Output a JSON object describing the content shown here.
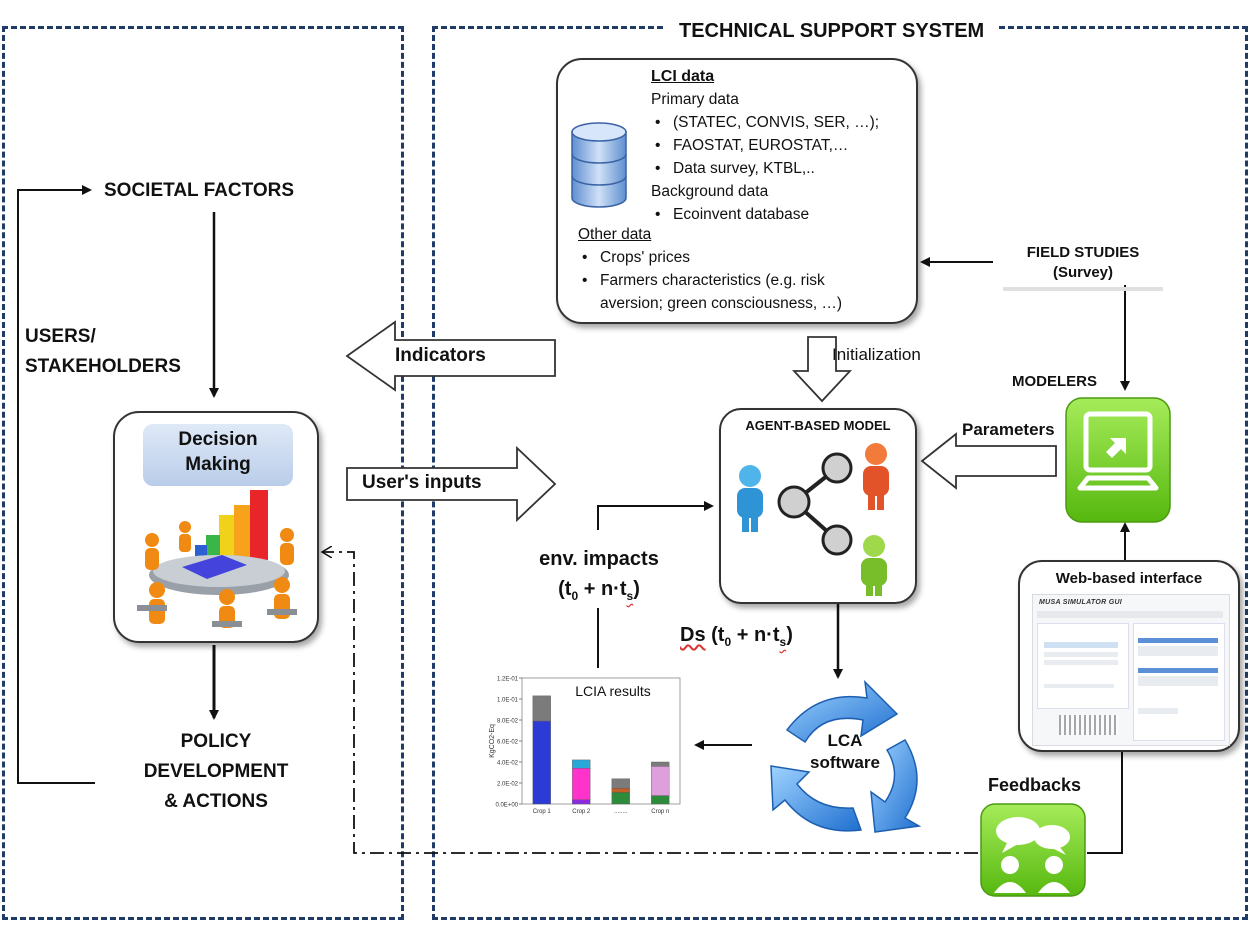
{
  "panels": {
    "technical_title": "TECHNICAL SUPPORT SYSTEM"
  },
  "left": {
    "societal_factors": "SOCIETAL FACTORS",
    "users_stakeholders_line1": "USERS/",
    "users_stakeholders_line2": "STAKEHOLDERS",
    "decision_line1": "Decision",
    "decision_line2": "Making",
    "policy_line1": "POLICY",
    "policy_line2": "DEVELOPMENT",
    "policy_line3": "& ACTIONS"
  },
  "lci": {
    "title": "LCI  data",
    "primary_heading": "Primary data",
    "primary_items": [
      "(STATEC, CONVIS, SER, …);",
      "FAOSTAT, EUROSTAT,…",
      "Data survey, KTBL,.."
    ],
    "background_heading": "Background data",
    "background_items": [
      "Ecoinvent database"
    ],
    "other_heading": "Other data",
    "other_items": [
      "Crops' prices",
      "Farmers characteristics (e.g. risk",
      "aversion; green consciousness, …)"
    ]
  },
  "arrows": {
    "indicators": "Indicators",
    "users_inputs": "User's inputs",
    "initialization": "Initialization",
    "parameters": "Parameters"
  },
  "field_studies": {
    "line1": "FIELD STUDIES",
    "line2": "(Survey)"
  },
  "modelers": "MODELERS",
  "abm": {
    "title": "AGENT-BASED MODEL"
  },
  "env_impacts": {
    "line1": "env. impacts",
    "t": "t",
    "sub0": "0",
    "plus_n": " + n·t",
    "subs": "s",
    "close": ")",
    "open": "("
  },
  "ds": {
    "label": "Ds",
    "rest": " (t",
    "sub0": "0",
    "plus": " + n·t",
    "subs": "s",
    "close": ")"
  },
  "lca": {
    "line1": "LCA",
    "line2": "software"
  },
  "web": {
    "title": "Web-based interface",
    "app_name": "MUSA SIMULATOR GUI"
  },
  "feedbacks": "Feedbacks",
  "colors": {
    "panel_border": "#1f3b66",
    "green_icon": "#6fd21e",
    "blue_arrow": "#3a8fe0"
  },
  "chart_data": {
    "type": "bar",
    "title": "LCIA results",
    "ylabel": "KgCO2-Eq",
    "ylim": [
      0,
      0.12
    ],
    "yticks": [
      "0.0E+00",
      "2.0E-02",
      "4.0E-02",
      "6.0E-02",
      "8.0E-02",
      "1.0E-01",
      "1.2E-01"
    ],
    "categories": [
      "Crop 1",
      "Crop 2",
      "........",
      "Crop n"
    ],
    "series": [
      {
        "color": "#8a2be2",
        "values": [
          0,
          0.004,
          0,
          0
        ]
      },
      {
        "color": "#2d3bd6",
        "values": [
          0.079,
          0,
          0,
          0
        ]
      },
      {
        "color": "#ff33cc",
        "values": [
          0,
          0.03,
          0,
          0
        ]
      },
      {
        "color": "#2e8b3c",
        "values": [
          0,
          0,
          0.011,
          0.008
        ]
      },
      {
        "color": "#c06028",
        "values": [
          0,
          0,
          0.004,
          0
        ]
      },
      {
        "color": "#dda0dd",
        "values": [
          0,
          0,
          0,
          0.028
        ]
      },
      {
        "color": "#27a8d8",
        "values": [
          0,
          0.008,
          0,
          0
        ]
      },
      {
        "color": "#7b7b7b",
        "values": [
          0.024,
          0,
          0.009,
          0.004
        ]
      }
    ]
  }
}
